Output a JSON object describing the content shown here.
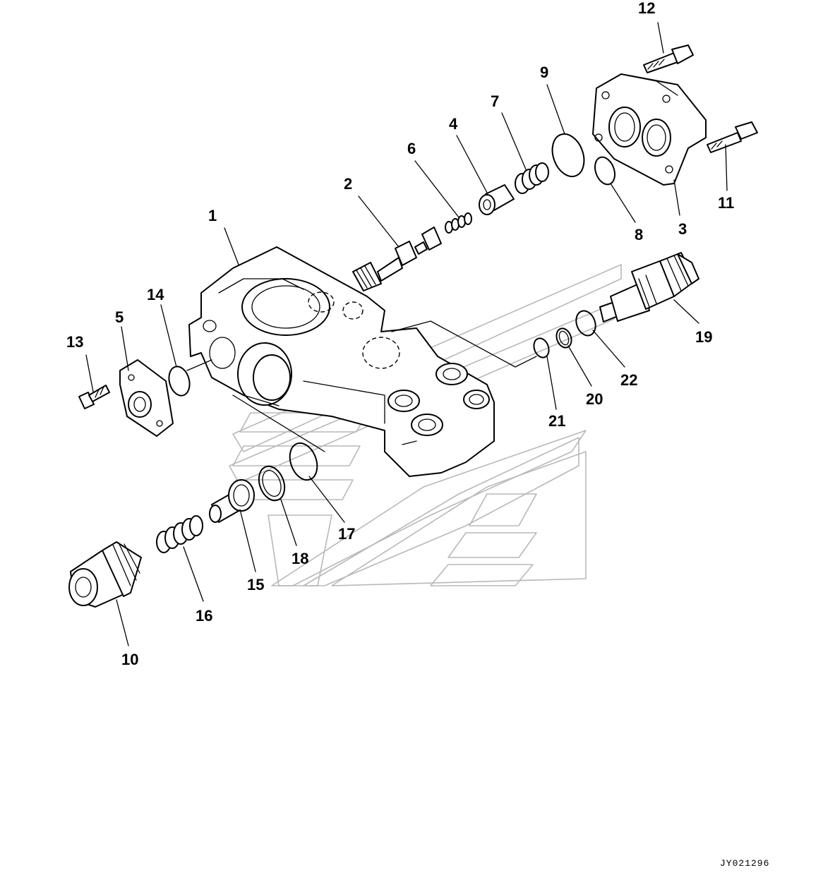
{
  "diagram": {
    "drawing_code": "JY021296",
    "callouts": [
      {
        "id": "c1",
        "label": "1"
      },
      {
        "id": "c2",
        "label": "2"
      },
      {
        "id": "c3",
        "label": "3"
      },
      {
        "id": "c4",
        "label": "4"
      },
      {
        "id": "c5",
        "label": "5"
      },
      {
        "id": "c6",
        "label": "6"
      },
      {
        "id": "c7",
        "label": "7"
      },
      {
        "id": "c8",
        "label": "8"
      },
      {
        "id": "c9",
        "label": "9"
      },
      {
        "id": "c10",
        "label": "10"
      },
      {
        "id": "c11",
        "label": "11"
      },
      {
        "id": "c12",
        "label": "12"
      },
      {
        "id": "c13",
        "label": "13"
      },
      {
        "id": "c14",
        "label": "14"
      },
      {
        "id": "c15",
        "label": "15"
      },
      {
        "id": "c16",
        "label": "16"
      },
      {
        "id": "c17",
        "label": "17"
      },
      {
        "id": "c18",
        "label": "18"
      },
      {
        "id": "c19",
        "label": "19"
      },
      {
        "id": "c20",
        "label": "20"
      },
      {
        "id": "c21",
        "label": "21"
      },
      {
        "id": "c22",
        "label": "22"
      }
    ]
  }
}
